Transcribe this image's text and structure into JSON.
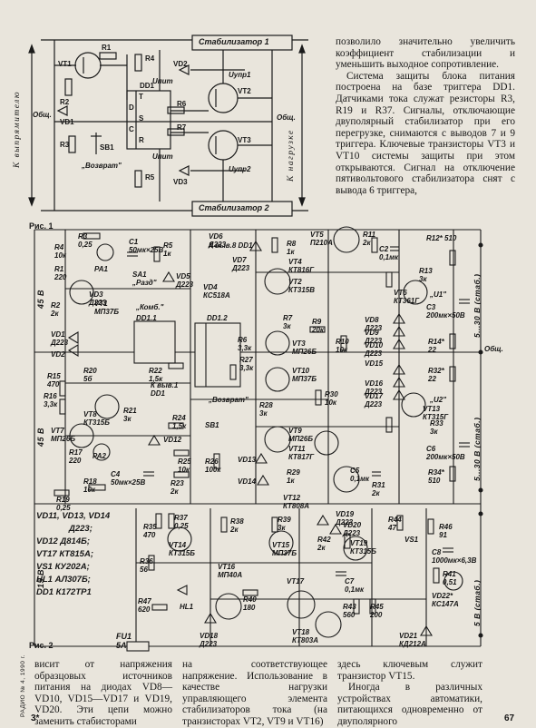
{
  "fig1": {
    "label": "Рис. 1",
    "left_caption": "К выпрямителю",
    "right_caption": "К нагрузке",
    "stab1": "Стабилизатор 1",
    "stab2": "Стабилизатор 2",
    "parts": [
      "VT1",
      "R1",
      "R2",
      "VD1",
      "R3",
      "SB1",
      "R4",
      "VD2",
      "DD1",
      "T",
      "S",
      "R",
      "R6",
      "R7",
      "VD3",
      "R5",
      "VT2",
      "VT3"
    ],
    "labels": {
      "uwup1": "Uупр1",
      "uwup2": "Uупр2",
      "upit_top": "Uпит",
      "upit_bot": "Uпит",
      "obsh_left": "Общ.",
      "obsh_right": "Общ.",
      "vozvrat": "„Возврат\"",
      "d_pin": "D",
      "c_pin": "C"
    }
  },
  "body_top": [
    "позволило значительно увеличить коэффициент стабилизации и уменьшить выходное сопротивление.",
    "Система защиты блока питания построена на базе триггера DD1. Датчиками тока служат резисторы R3, R19 и R37. Сигналы, отключающие двуполярный стабилизатор при его перегрузке, снимаются с выводов 7 и 9 триггера. Ключевые транзисторы VT3 и VT10 системы защиты при этом открываются. Сигнал на отключение пятивольтового стабилизатора снят с вывода 6 триггера,"
  ],
  "fig2": {
    "label": "Рис. 2",
    "rails": [
      "45 В",
      "45 В",
      "15 В"
    ],
    "outputs": [
      "5...30 В (стаб.)",
      "5...30 В (стаб.)",
      "5 В (стаб.)"
    ],
    "obsh": "Общ.",
    "fu1": "FU1 5А",
    "top_row": [
      "R3 0,25",
      "R4 10к",
      "C1 50мк×25В",
      "R5 1к",
      "VD6 Д223",
      "К выв.8 DD1",
      "R8 1к",
      "VT5 П210А",
      "R11 2к",
      "C2 0,1мк",
      "R12* 510"
    ],
    "row2": [
      "R1 220",
      "PA1",
      "SA1 „Разд\"",
      "VD5 Д223",
      "VD4 КС518А",
      "VD7 Д223",
      "VT4 КТ816Г",
      "VT2 КТ315В",
      "R13 3к",
      "VT6 КТ361Г",
      "„U1\"",
      "C3 200мк×50В"
    ],
    "row3": [
      "R2 2к",
      "VT1 МП37Б",
      "VD3 Д223",
      "„Комб.\"",
      "DD1.1",
      "DD1.2",
      "R6 3,3к",
      "R7 3к",
      "R9 20к",
      "VD8 Д223",
      "VD9 Д223",
      "R14* 22"
    ],
    "mid": [
      "VD1 Д223",
      "VD2",
      "R15 470",
      "R20 5б",
      "R22 1,5к",
      "К выв.1 DD1",
      "R27 3,3к",
      "VT3 МП26Б",
      "VT10 МП37Б",
      "R10 10к",
      "VD10 Д223",
      "VD15",
      "R32* 22",
      "VD16 Д223",
      "VD17 Д223",
      "R16 3,3к",
      "VT8 КТ315Б",
      "R21 3к",
      "R28 3к",
      "R30 10к",
      "„U2\"",
      "VT13 КТ315Г",
      "R33 3к"
    ],
    "lower": [
      "VT7 МП26Б",
      "R17 220",
      "PA2",
      "VD12",
      "R24 1,5к",
      "SB1",
      "„Возврат\"",
      "VT9 МП26Б",
      "VT11 КТ817Г",
      "R25 10к",
      "R26 100к",
      "C6 200мк×50В",
      "R18 10к",
      "C4 50мк×25В",
      "R23 2к",
      "VD13",
      "R29 1к",
      "VD14",
      "C5 0,1мк",
      "R31 2к",
      "R34* 510",
      "R19 0,25",
      "VT12 КТ808А"
    ],
    "bottom": [
      "R35 470",
      "R37 0,25",
      "VT14 КТ315Б",
      "R36 56",
      "R38 2к",
      "R39 3к",
      "VT15 МП37Б",
      "VT16 МП40А",
      "VD19 Д223",
      "VD20 Д223",
      "R42 2к",
      "VT19 КТ315Б",
      "C7 0,1мк",
      "R44 47",
      "VS1",
      "R46 91",
      "C8 1000мк×6,3В",
      "R41 0,51",
      "VD22* КС147А",
      "R40 180",
      "R43 560",
      "R45 200",
      "VT17",
      "HL1",
      "R47 620",
      "VD18 Д223",
      "VT18 КТ803А",
      "VD21 КД212А"
    ]
  },
  "legend": [
    "VD11, VD13, VD14",
    "Д223;",
    "VD12 Д814Б;",
    "VT17 КТ815А;",
    "VS1 КУ202А;",
    "HL1 АЛ307Б;",
    "DD1 К172ТР1"
  ],
  "side_text": "РАДИО № 4, 1990 г.",
  "body_bottom": [
    {
      "col": 1,
      "text": "висит от напряжения образцовых источников питания на диодах VD8—VD10, VD15—VD17 и VD19, VD20. Эти цепи можно заменить стабисторами"
    },
    {
      "col": 2,
      "text": "на соответствующее напряжение. Использование в качестве нагрузки управляющего элемента стабилизаторов тока (на транзисторах VT2, VT9 и VT16)"
    },
    {
      "col": 3,
      "text": "здесь ключевым служит транзистор VT15."
    },
    {
      "col": 3,
      "text": "Иногда в различных устройствах автоматики, питающихся одновременно от двуполярного"
    }
  ],
  "page_left": "3*",
  "page_right": "67"
}
